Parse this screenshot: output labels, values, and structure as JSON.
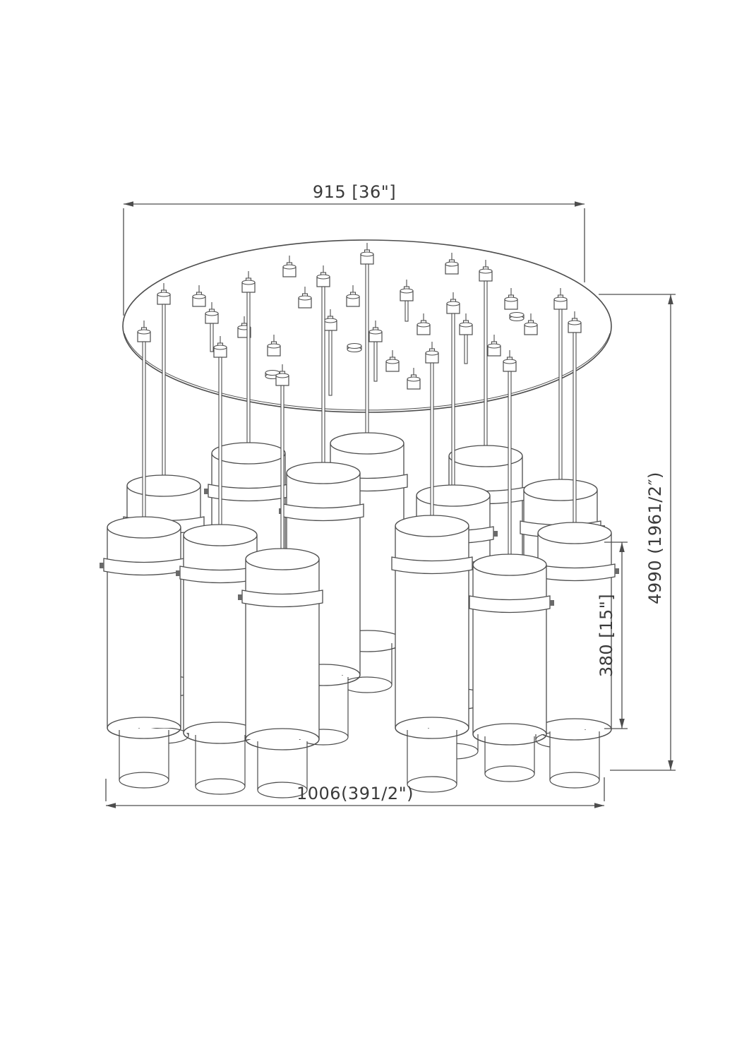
{
  "page": {
    "background": "#ffffff"
  },
  "drawing": {
    "line_color": "#4d4d4d",
    "text_color": "#3a3a3a",
    "labels": {
      "canopy_width": "915 [36\"]",
      "overall_height": "4990 (1961/2″)",
      "shade_height": "380 [15\"]",
      "fixture_width": "1006(391/2\")"
    }
  }
}
